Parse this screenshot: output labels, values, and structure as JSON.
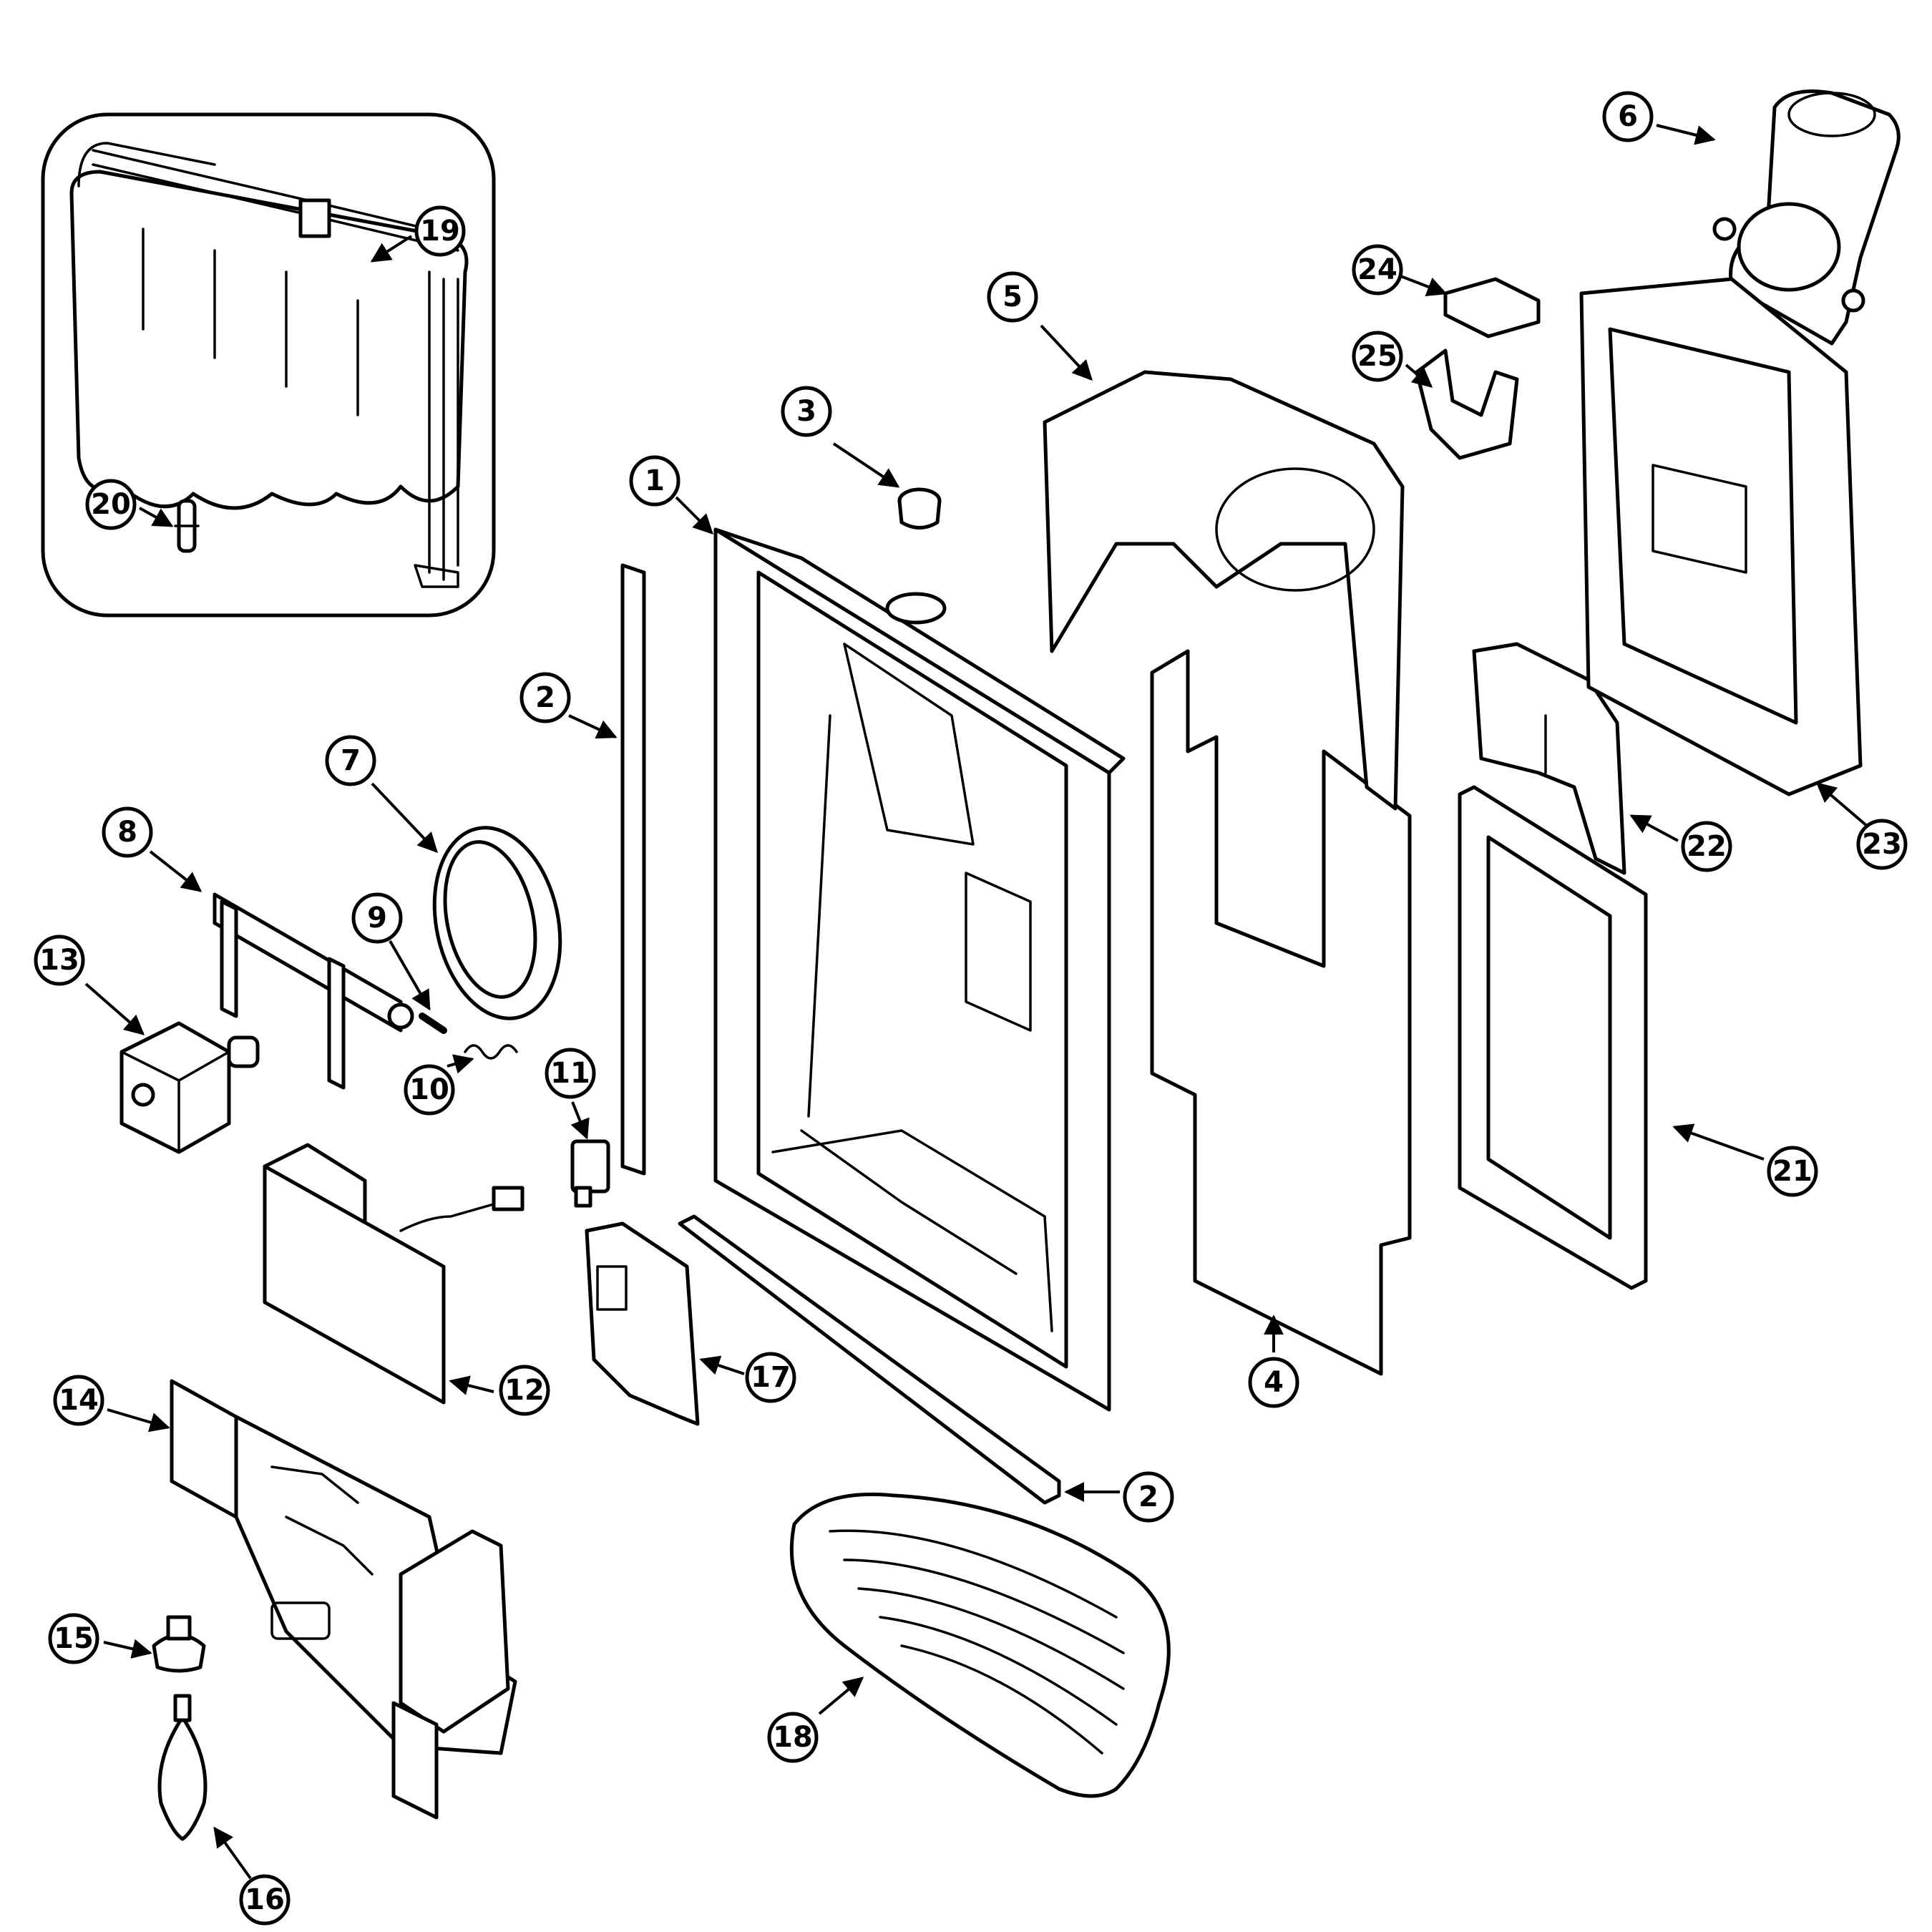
{
  "diagram": {
    "callouts": [
      "1",
      "2",
      "2",
      "3",
      "4",
      "5",
      "6",
      "7",
      "8",
      "9",
      "10",
      "11",
      "12",
      "13",
      "14",
      "15",
      "16",
      "17",
      "18",
      "19",
      "20",
      "21",
      "22",
      "23",
      "24",
      "25"
    ]
  }
}
